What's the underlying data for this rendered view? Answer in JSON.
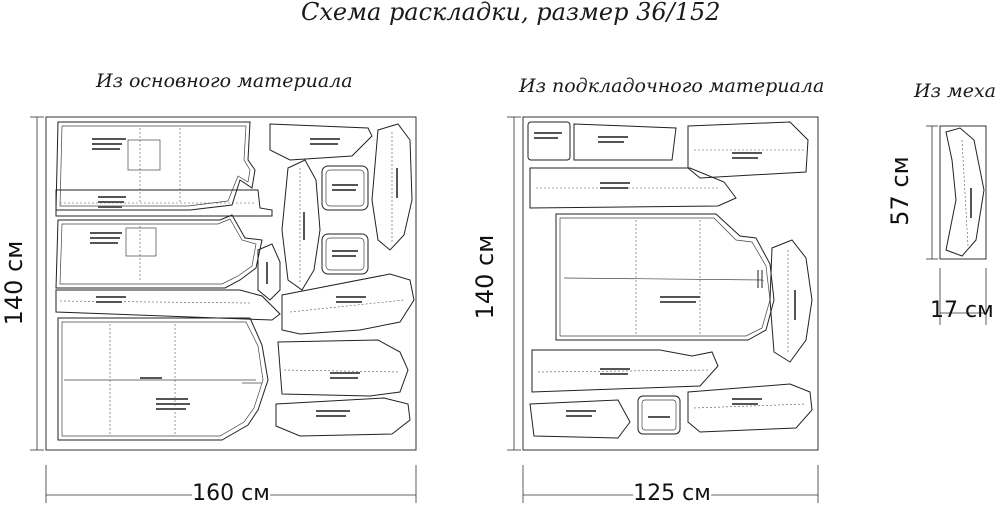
{
  "title": "Схема раскладки, размер 36/152",
  "sections": [
    {
      "label": "Из основного материала",
      "height_label": "140 см",
      "width_label": "160 см"
    },
    {
      "label": "Из подкладочного материала",
      "height_label": "140 см",
      "width_label": "125 см"
    },
    {
      "label": "Из меха",
      "height_label": "57 см",
      "width_label": "17 см"
    }
  ]
}
